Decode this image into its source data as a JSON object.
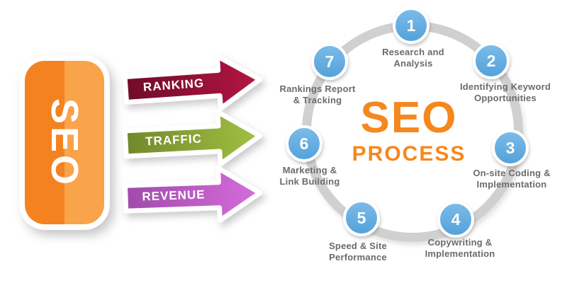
{
  "left_graphic": {
    "seo_label": "SEO",
    "box_color_left": "#f58220",
    "box_color_right": "#f9a34a",
    "arrows": [
      {
        "label": "RANKING",
        "color_dark": "#6e0c28",
        "color_bright": "#b51543"
      },
      {
        "label": "TRAFFIC",
        "color_dark": "#71882a",
        "color_bright": "#a2c143"
      },
      {
        "label": "REVENUE",
        "color_dark": "#9f4baa",
        "color_bright": "#d76cdd"
      }
    ]
  },
  "process_diagram": {
    "title_line1": "SEO",
    "title_line2": "PROCESS",
    "title_color": "#f6871f",
    "ring_color": "#d0d0d0",
    "node_color": "#66aede",
    "label_color": "#6b6b6b",
    "steps": [
      {
        "number": "1",
        "label_line1": "Research and",
        "label_line2": "Analysis"
      },
      {
        "number": "2",
        "label_line1": "Identifying Keyword",
        "label_line2": "Opportunities"
      },
      {
        "number": "3",
        "label_line1": "On-site Coding &",
        "label_line2": "Implementation"
      },
      {
        "number": "4",
        "label_line1": "Copywriting &",
        "label_line2": "Implementation"
      },
      {
        "number": "5",
        "label_line1": "Speed & Site",
        "label_line2": "Performance"
      },
      {
        "number": "6",
        "label_line1": "Marketing &",
        "label_line2": "Link Building"
      },
      {
        "number": "7",
        "label_line1": "Rankings Report",
        "label_line2": "& Tracking"
      }
    ]
  }
}
